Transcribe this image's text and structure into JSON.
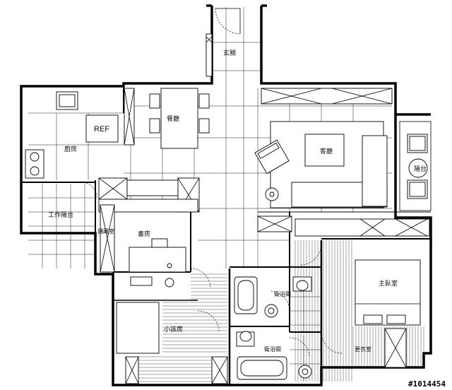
{
  "rooms": {
    "entrance": "玄關",
    "dining": "餐廳",
    "living": "客廳",
    "kitchen": "廚房",
    "fridge": "REF",
    "balcony_work": "工作陽台",
    "storage": "儲藏室",
    "study": "書房",
    "master": "主臥室",
    "bath1": "衛浴間",
    "bath2": "衛浴間",
    "kids": "小孩房",
    "closet": "更衣室",
    "balcony": "陽台"
  },
  "watermark": "#1014454"
}
